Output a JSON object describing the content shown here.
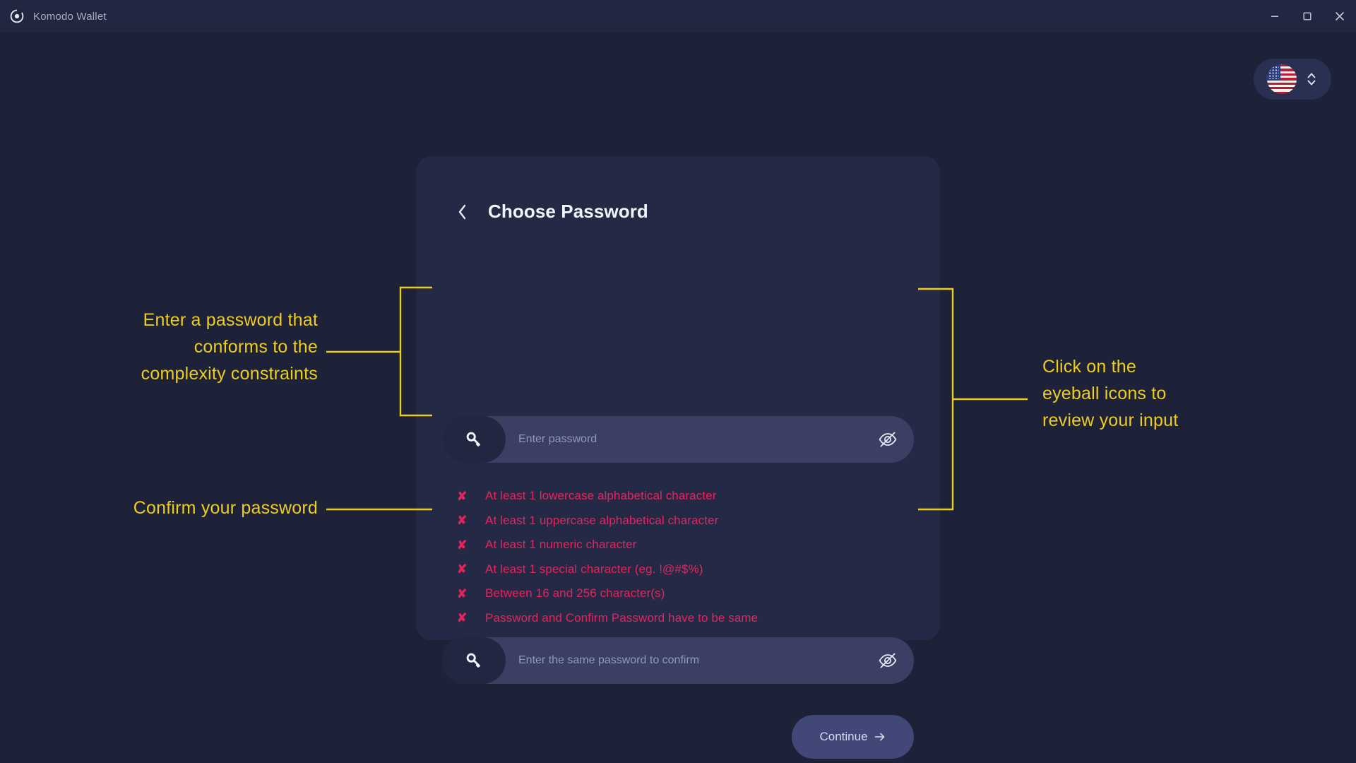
{
  "window": {
    "title": "Komodo Wallet",
    "logo_icon": "komodo-circle-icon",
    "controls": [
      {
        "name": "minimize",
        "icon": "minimize-icon"
      },
      {
        "name": "maximize",
        "icon": "maximize-icon"
      },
      {
        "name": "close",
        "icon": "close-icon"
      }
    ]
  },
  "language_selector": {
    "flag_icon": "us-flag-icon",
    "chevron_icon": "chevron-up-down-icon"
  },
  "card": {
    "back_icon": "chevron-left-icon",
    "title": "Choose Password",
    "password_field": {
      "icon": "key-icon",
      "placeholder": "Enter password",
      "value": "",
      "reveal_icon": "eye-off-icon"
    },
    "confirm_field": {
      "icon": "key-icon",
      "placeholder": "Enter the same password to confirm",
      "value": "",
      "reveal_icon": "eye-off-icon"
    },
    "validation": {
      "mark": "✘",
      "rules": [
        "At least 1 lowercase alphabetical character",
        "At least 1 uppercase alphabetical character",
        "At least 1 numeric character",
        "At least 1 special character (eg. !@#$%)",
        "Between 16 and 256 character(s)",
        "Password and Confirm Password have to be same"
      ]
    },
    "continue_button": {
      "label": "Continue",
      "icon": "arrow-right-icon"
    }
  },
  "annotations": {
    "password": "Enter a password that\nconforms to the\ncomplexity constraints",
    "confirm": "Confirm your password",
    "eye": "Click on the\neyeball icons to\nreview your input"
  },
  "colors": {
    "page_background": "#1d2238",
    "titlebar": "#212740",
    "card": "#242a45",
    "field": "#3a3f63",
    "accent_button": "#414878",
    "error": "#e5245e",
    "annotation": "#edcd1f"
  }
}
